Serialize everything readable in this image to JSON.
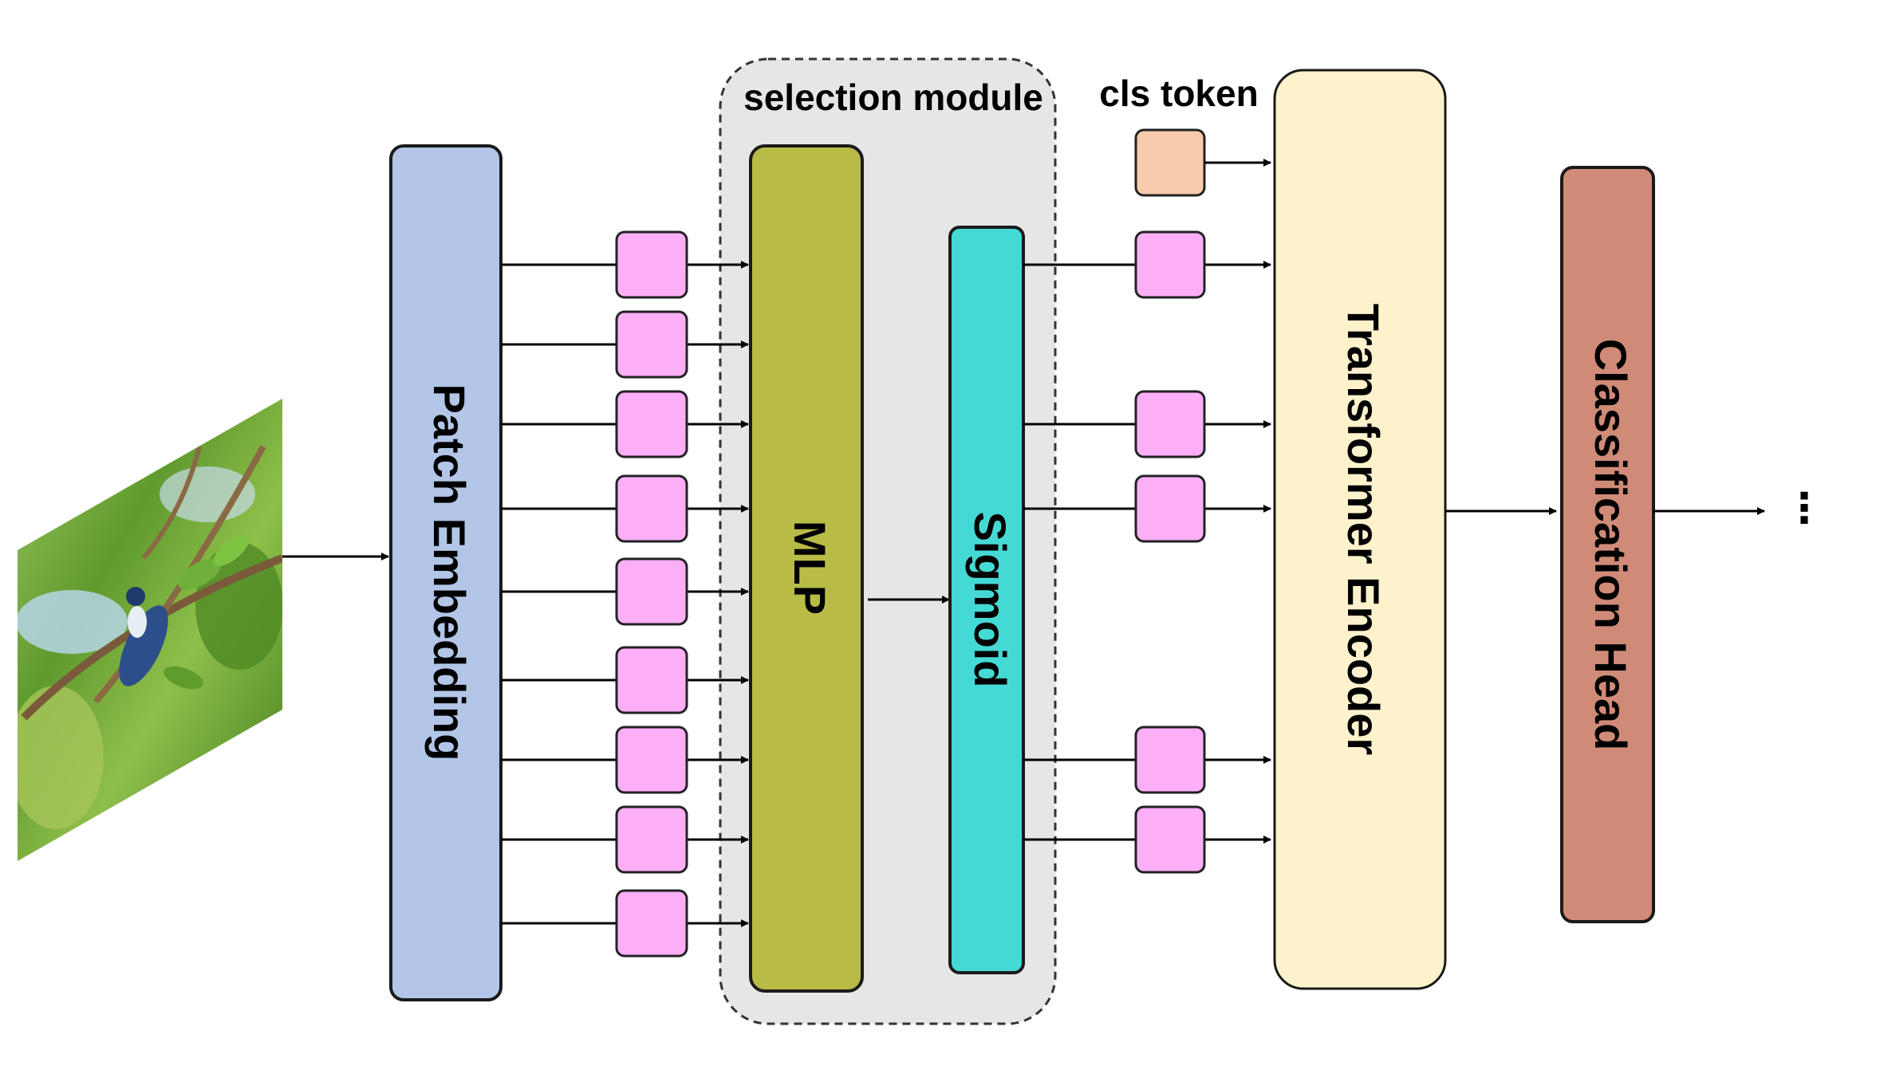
{
  "title": "",
  "input_image": {
    "icon": "bird-photo-icon",
    "description_colors": [
      "#5a8a2a",
      "#2f5a8a",
      "#a8d070"
    ]
  },
  "blocks": {
    "patch_embedding": {
      "label": "Patch Embedding",
      "color": "#b3c6e7"
    },
    "selection_module": {
      "label": "selection module",
      "color": "#e6e6e6"
    },
    "mlp": {
      "label": "MLP",
      "color": "#b8bc47"
    },
    "sigmoid": {
      "label": "Sigmoid",
      "color": "#45d9d5"
    },
    "cls_token": {
      "label": "cls token",
      "color": "#f8cbad"
    },
    "transformer_encoder": {
      "label": "Transformer Encoder",
      "color": "#fdf2cc"
    },
    "classification_head": {
      "label": "Classification Head",
      "color": "#cf8b77"
    }
  },
  "patch_token_color": "#fcaef7",
  "patch_tokens_in_count": 9,
  "selected_tokens_out_count": 5,
  "continuation": "⋮"
}
